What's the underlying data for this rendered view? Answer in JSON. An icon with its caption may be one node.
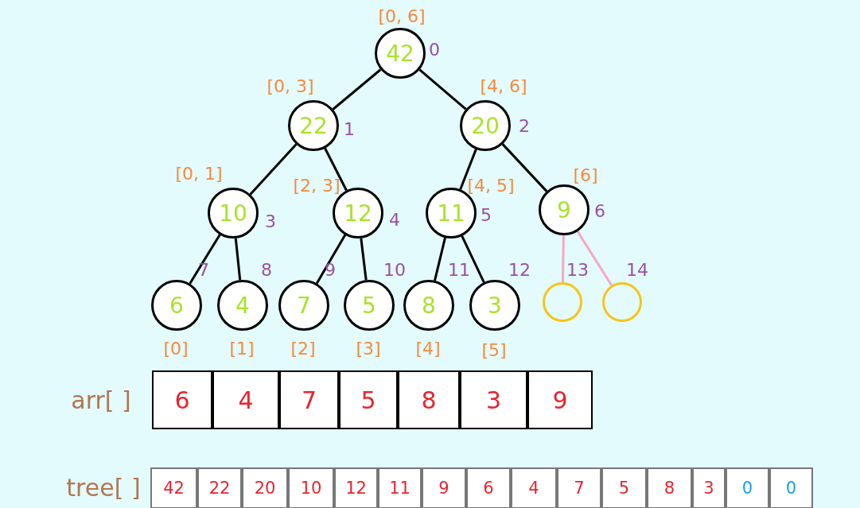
{
  "diagram": {
    "nodes": [
      {
        "text": [
          "42"
        ],
        "beside": [
          "[0, 6]",
          "0"
        ]
      },
      {
        "text": [
          "22"
        ],
        "beside": [
          "[0, 3]",
          "1"
        ]
      },
      {
        "text": [
          "20"
        ],
        "beside": [
          "[4, 6]",
          "2"
        ]
      },
      {
        "text": [
          "10"
        ],
        "beside": [
          "[0, 1]",
          "3"
        ]
      },
      {
        "text": [
          "12"
        ],
        "beside": [
          "[2, 3]",
          "4"
        ]
      },
      {
        "text": [
          "11"
        ],
        "beside": [
          "[4, 5]",
          "5"
        ]
      },
      {
        "text": [
          "9"
        ],
        "beside": [
          "[6]",
          "6"
        ]
      },
      {
        "text": [
          "6"
        ],
        "beside": [
          "7",
          "[0]"
        ]
      },
      {
        "text": [
          "4"
        ],
        "beside": [
          "8",
          "[1]"
        ]
      },
      {
        "text": [
          "7"
        ],
        "beside": [
          "9",
          "[2]"
        ]
      },
      {
        "text": [
          "5"
        ],
        "beside": [
          "10",
          "[3]"
        ]
      },
      {
        "text": [
          "8"
        ],
        "beside": [
          "11",
          "[4]"
        ]
      },
      {
        "text": [
          "3"
        ],
        "beside": [
          "12",
          "[5]"
        ]
      },
      {
        "text": [],
        "shape": "circle",
        "beside": [
          "13"
        ]
      },
      {
        "text": [],
        "shape": "circle",
        "beside": [
          "14"
        ]
      },
      {
        "text": [
          "6"
        ]
      },
      {
        "text": [
          "4"
        ]
      },
      {
        "text": [
          "7"
        ]
      },
      {
        "text": [
          "5"
        ]
      },
      {
        "text": [
          "8"
        ]
      },
      {
        "text": [
          "3"
        ]
      },
      {
        "text": [
          "9"
        ]
      },
      {
        "text": [
          "42"
        ]
      },
      {
        "text": [
          "22"
        ]
      },
      {
        "text": [
          "20"
        ]
      },
      {
        "text": [
          "10"
        ]
      },
      {
        "text": [
          "12"
        ]
      },
      {
        "text": [
          "11"
        ]
      },
      {
        "text": [
          "9"
        ]
      },
      {
        "text": [
          "6"
        ]
      },
      {
        "text": [
          "4"
        ]
      },
      {
        "text": [
          "7"
        ]
      },
      {
        "text": [
          "5"
        ]
      },
      {
        "text": [
          "8"
        ]
      },
      {
        "text": [
          "3"
        ]
      },
      {
        "text": [
          "0"
        ]
      },
      {
        "text": [
          "0"
        ]
      }
    ],
    "edges": [
      {
        "from": 0,
        "to": 1,
        "arrow": "none"
      },
      {
        "from": 0,
        "to": 2,
        "arrow": "none"
      },
      {
        "from": 1,
        "to": 3,
        "arrow": "none"
      },
      {
        "from": 1,
        "to": 4,
        "arrow": "none"
      },
      {
        "from": 2,
        "to": 5,
        "arrow": "none"
      },
      {
        "from": 2,
        "to": 6,
        "arrow": "none"
      },
      {
        "from": 3,
        "to": 7,
        "arrow": "none"
      },
      {
        "from": 3,
        "to": 8,
        "arrow": "none"
      },
      {
        "from": 4,
        "to": 9,
        "arrow": "none"
      },
      {
        "from": 4,
        "to": 10,
        "arrow": "none"
      },
      {
        "from": 5,
        "to": 11,
        "arrow": "none"
      },
      {
        "from": 5,
        "to": 12,
        "arrow": "none"
      },
      {
        "from": 6,
        "to": 13,
        "arrow": "none",
        "color": "#f7a8c4"
      },
      {
        "from": 6,
        "to": 14,
        "arrow": "none",
        "color": "#f7a8c4"
      }
    ],
    "labels": [
      "arr[ ]",
      "tree[ ]"
    ]
  }
}
